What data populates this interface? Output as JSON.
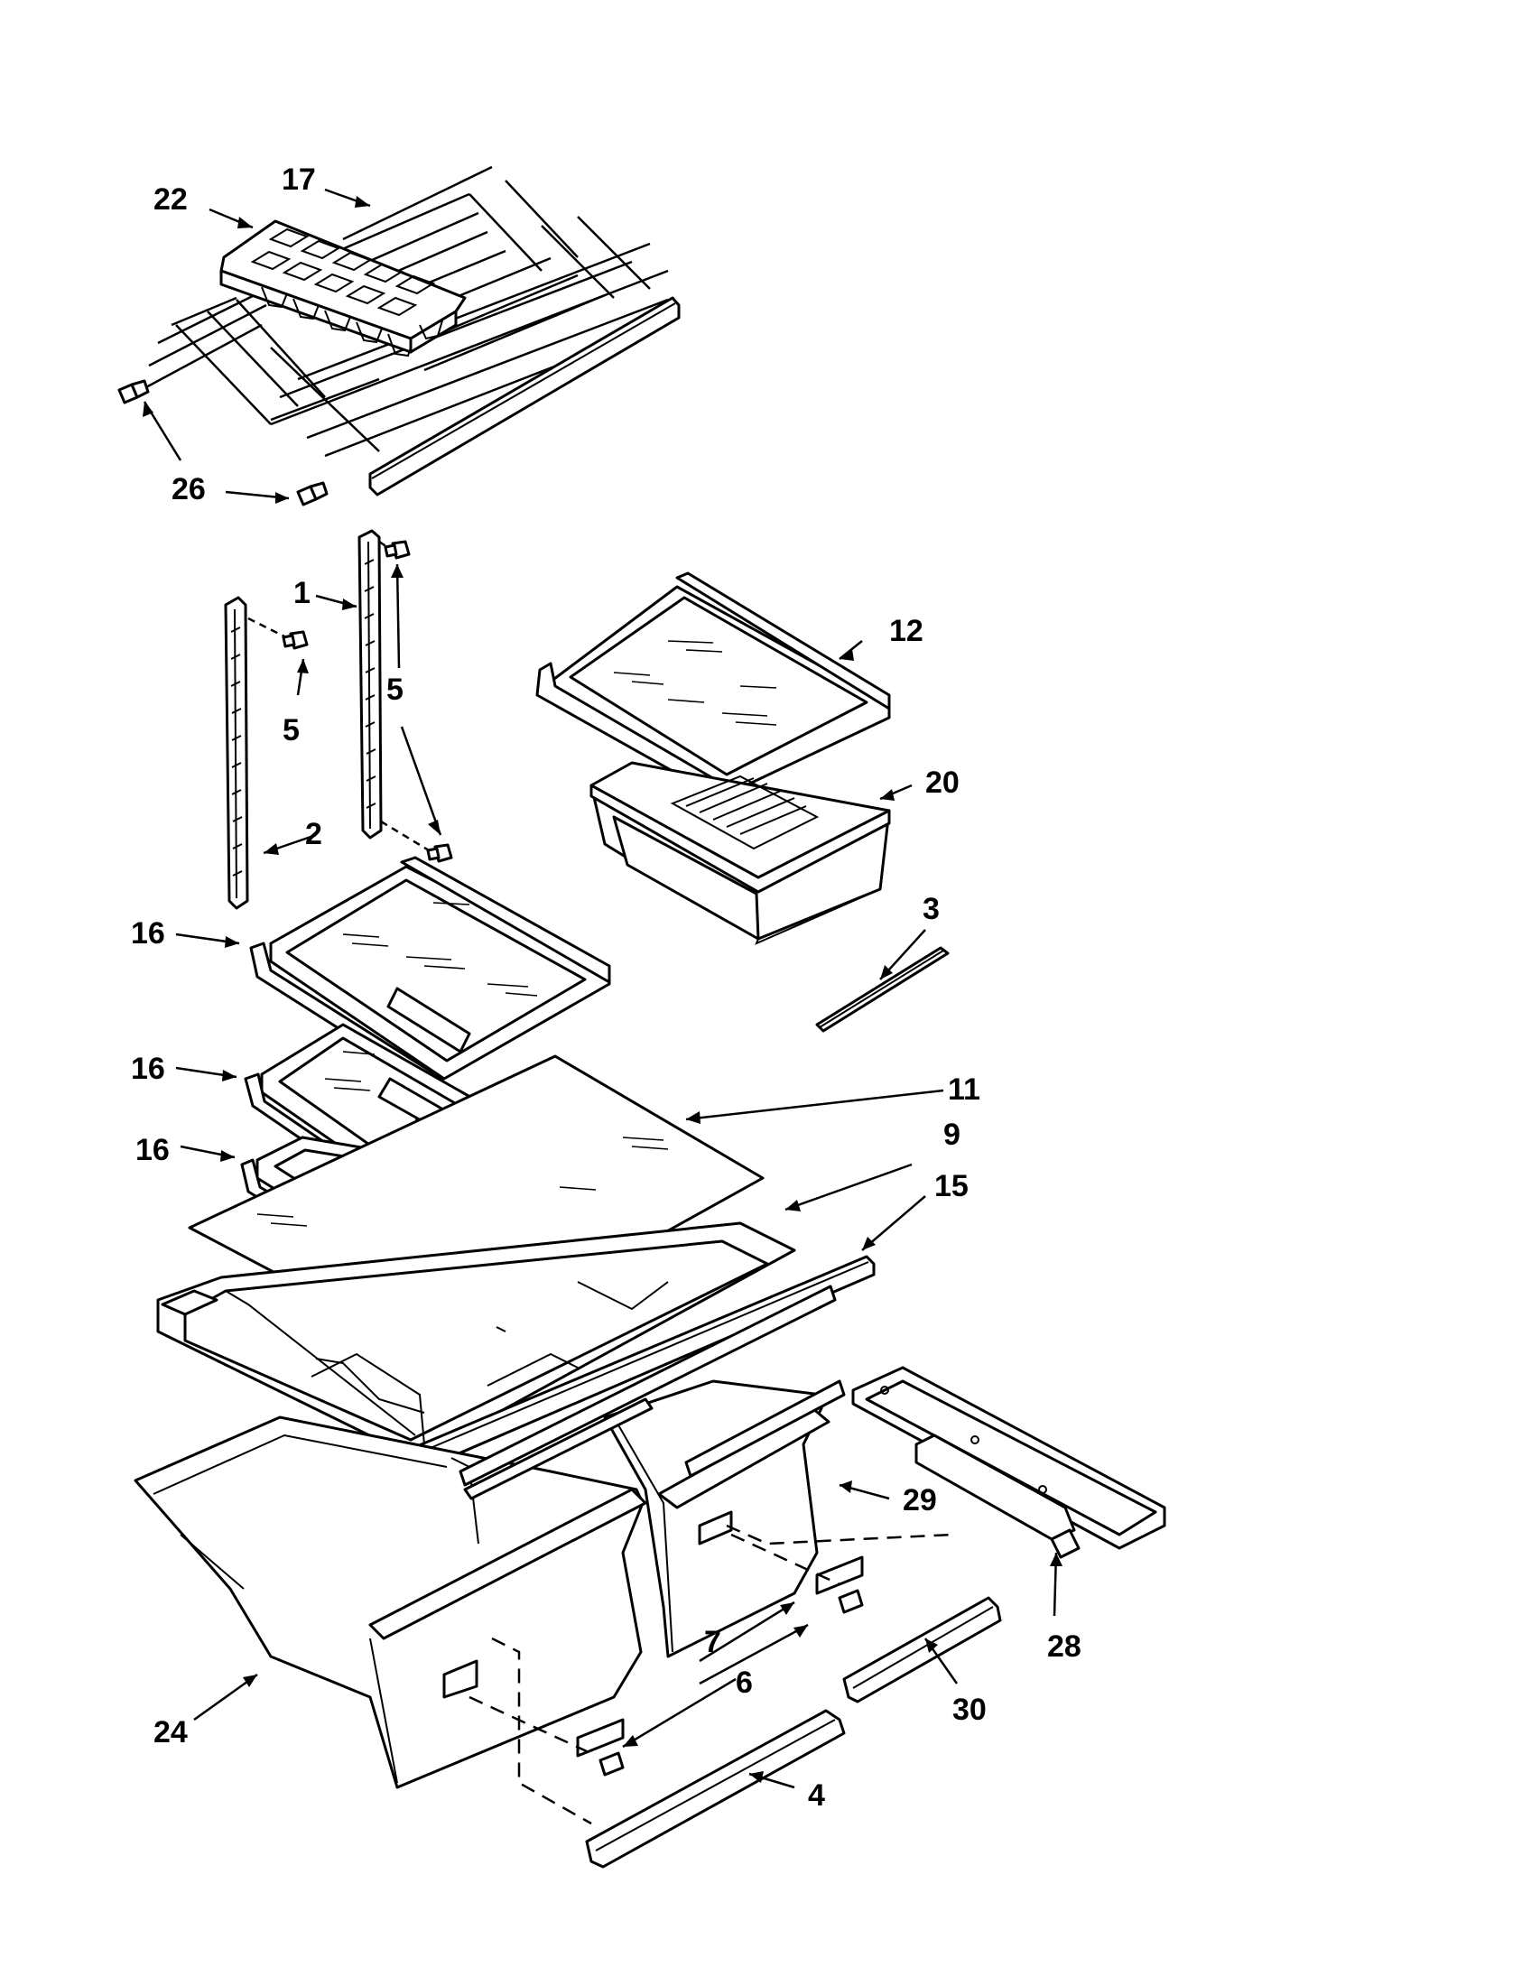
{
  "diagram": {
    "type": "exploded-parts-diagram",
    "callouts": [
      {
        "id": "c22",
        "label": "22"
      },
      {
        "id": "c17",
        "label": "17"
      },
      {
        "id": "c26",
        "label": "26"
      },
      {
        "id": "c1",
        "label": "1"
      },
      {
        "id": "c5a",
        "label": "5"
      },
      {
        "id": "c5b",
        "label": "5"
      },
      {
        "id": "c2",
        "label": "2"
      },
      {
        "id": "c12",
        "label": "12"
      },
      {
        "id": "c20",
        "label": "20"
      },
      {
        "id": "c3",
        "label": "3"
      },
      {
        "id": "c16a",
        "label": "16"
      },
      {
        "id": "c16b",
        "label": "16"
      },
      {
        "id": "c16c",
        "label": "16"
      },
      {
        "id": "c11",
        "label": "11"
      },
      {
        "id": "c9",
        "label": "9"
      },
      {
        "id": "c15",
        "label": "15"
      },
      {
        "id": "c29",
        "label": "29"
      },
      {
        "id": "c28",
        "label": "28"
      },
      {
        "id": "c7",
        "label": "7"
      },
      {
        "id": "c6",
        "label": "6"
      },
      {
        "id": "c30",
        "label": "30"
      },
      {
        "id": "c24",
        "label": "24"
      },
      {
        "id": "c4",
        "label": "4"
      }
    ],
    "parts": [
      "freezer-wire-shelf",
      "ice-tray",
      "shelf-pins",
      "shelf-ladder-right",
      "shelf-ladder-left",
      "ladder-screws",
      "snack-pan-cover",
      "snack-pan",
      "trim-strip",
      "glass-shelves",
      "crisper-cover-glass",
      "crisper-cover-frame",
      "cover-front-trim",
      "crisper-drawer-left",
      "crisper-drawer-right",
      "divider-frame",
      "slide-brackets",
      "drawer-handles"
    ],
    "colors": {
      "ink": "#000000",
      "paper": "#ffffff"
    }
  }
}
